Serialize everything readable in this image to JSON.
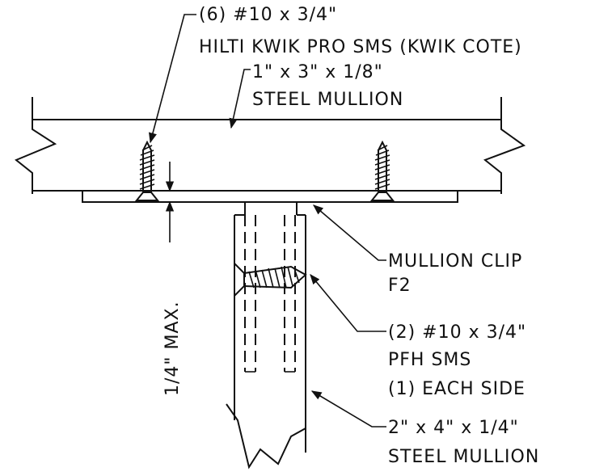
{
  "callouts": {
    "top_screws": {
      "line1": "(6) #10 x 3/4\"",
      "line2": "HILTI KWIK PRO SMS (KWIK COTE)"
    },
    "top_member": {
      "line1": "1\" x 3\" x 1/8\"",
      "line2": "STEEL MULLION"
    },
    "clip": {
      "line1": "MULLION CLIP",
      "line2": "F2"
    },
    "side_screws": {
      "line1": "(2) #10 x 3/4\"",
      "line2": "PFH SMS",
      "line3": "(1) EACH SIDE"
    },
    "bottom_member": {
      "line1": "2\" x 4\" x 1/4\"",
      "line2": "STEEL MULLION"
    }
  },
  "dimension": {
    "label": "1/4\" MAX."
  }
}
